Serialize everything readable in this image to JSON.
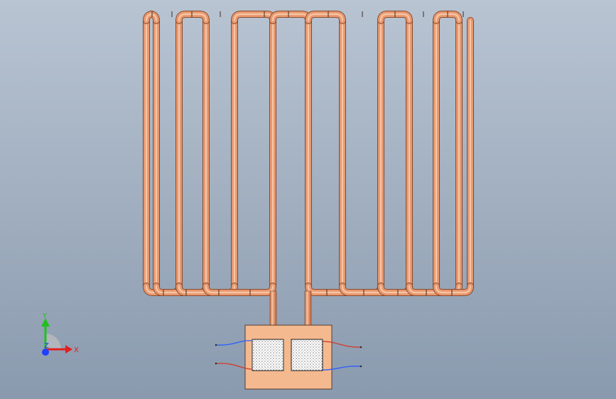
{
  "viewport": {
    "background_top": "#b8c4d2",
    "background_bottom": "#8a9aae"
  },
  "model": {
    "pipe_color": "#e89870",
    "pipe_highlight": "#f6c6a4",
    "pipe_shadow": "#b8643e",
    "box_color": "#f4b98f",
    "box_stroke": "#5a3a2a",
    "wire_blue": "#2a5cff",
    "wire_red": "#d23a2a"
  },
  "triad": {
    "x_label": "X",
    "y_label": "Y",
    "z_label": "Z",
    "x_color": "#e02020",
    "y_color": "#20c020",
    "z_color": "#2040ff"
  }
}
